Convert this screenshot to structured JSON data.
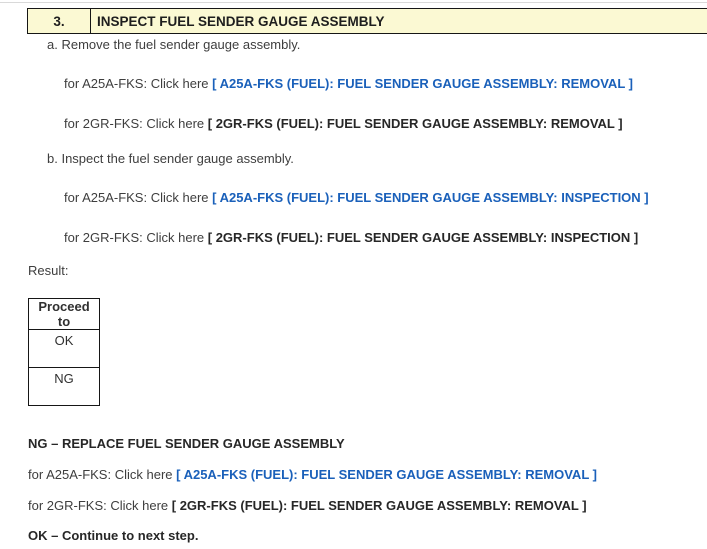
{
  "colors": {
    "header_background": "#fbf9d3",
    "border_black": "#161616",
    "top_rule_gray": "#d9d9d9",
    "link_blue": "#1a60ba",
    "body_text": "#3e3e3e",
    "bold_text": "#272727"
  },
  "step_header": {
    "number": "3.",
    "title": "INSPECT FUEL SENDER GAUGE ASSEMBLY"
  },
  "substeps": [
    {
      "text": "a. Remove the fuel sender gauge assembly.",
      "links": [
        {
          "prefix": "for A25A-FKS: Click here ",
          "link": "[ A25A-FKS (FUEL): FUEL SENDER GAUGE ASSEMBLY: REMOVAL ]",
          "style": "blue"
        },
        {
          "prefix": "for 2GR-FKS: Click here ",
          "link": "[ 2GR-FKS (FUEL): FUEL SENDER GAUGE ASSEMBLY: REMOVAL ]",
          "style": "black"
        }
      ]
    },
    {
      "text": "b. Inspect the fuel sender gauge assembly.",
      "links": [
        {
          "prefix": "for A25A-FKS: Click here ",
          "link": "[ A25A-FKS (FUEL): FUEL SENDER GAUGE ASSEMBLY: INSPECTION ]",
          "style": "blue"
        },
        {
          "prefix": "for 2GR-FKS: Click here ",
          "link": "[ 2GR-FKS (FUEL): FUEL SENDER GAUGE ASSEMBLY: INSPECTION ]",
          "style": "black"
        }
      ]
    }
  ],
  "result": {
    "label": "Result:",
    "table": {
      "header": "Proceed to",
      "rows": [
        "OK",
        "NG"
      ]
    }
  },
  "outcomes": {
    "ng_heading": "NG – REPLACE FUEL SENDER GAUGE ASSEMBLY",
    "links": [
      {
        "prefix": "for A25A-FKS: Click here ",
        "link": "[ A25A-FKS (FUEL): FUEL SENDER GAUGE ASSEMBLY: REMOVAL ]",
        "style": "blue"
      },
      {
        "prefix": "for 2GR-FKS: Click here ",
        "link": "[ 2GR-FKS (FUEL): FUEL SENDER GAUGE ASSEMBLY: REMOVAL ]",
        "style": "black"
      }
    ],
    "ok_heading": "OK – Continue to next step."
  }
}
